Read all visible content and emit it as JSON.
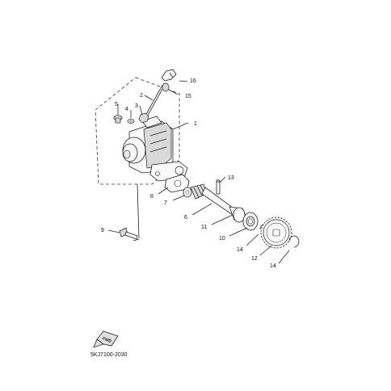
{
  "diagram": {
    "part_code": "5KJ7100-2030",
    "fwd_label": "FWD",
    "callouts": {
      "c1": "1",
      "c2": "2",
      "c3": "3",
      "c4": "4",
      "c5": "5",
      "c6": "6",
      "c7": "7",
      "c8": "8",
      "c9": "9",
      "c10": "10",
      "c11": "11",
      "c12": "12",
      "c13": "13",
      "c14a": "14",
      "c14b": "14",
      "c15": "15",
      "c16": "16"
    }
  }
}
